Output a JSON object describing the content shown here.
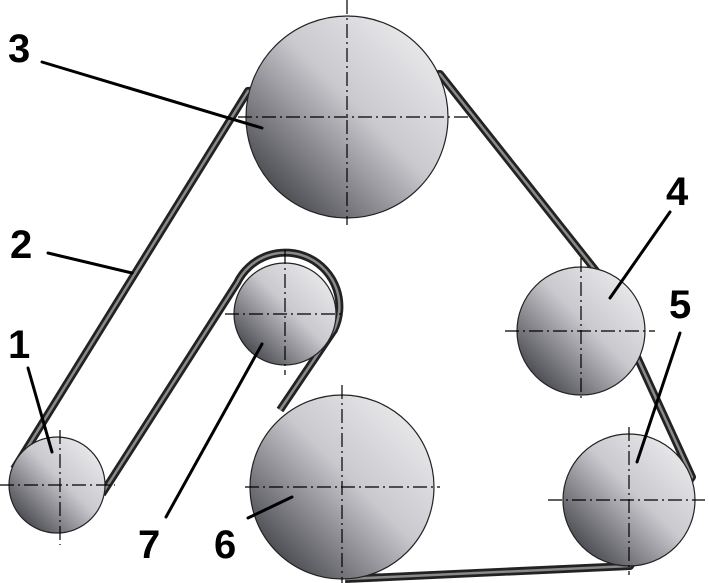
{
  "diagram": {
    "callouts": {
      "c1": "1",
      "c2": "2",
      "c3": "3",
      "c4": "4",
      "c5": "5",
      "c6": "6",
      "c7": "7"
    },
    "colors": {
      "belt_outer": "#222222",
      "belt_inner": "#7d7d7d",
      "pulley_light": "#f4f4f6",
      "pulley_dark": "#23232b",
      "centerline": "#000000"
    }
  }
}
